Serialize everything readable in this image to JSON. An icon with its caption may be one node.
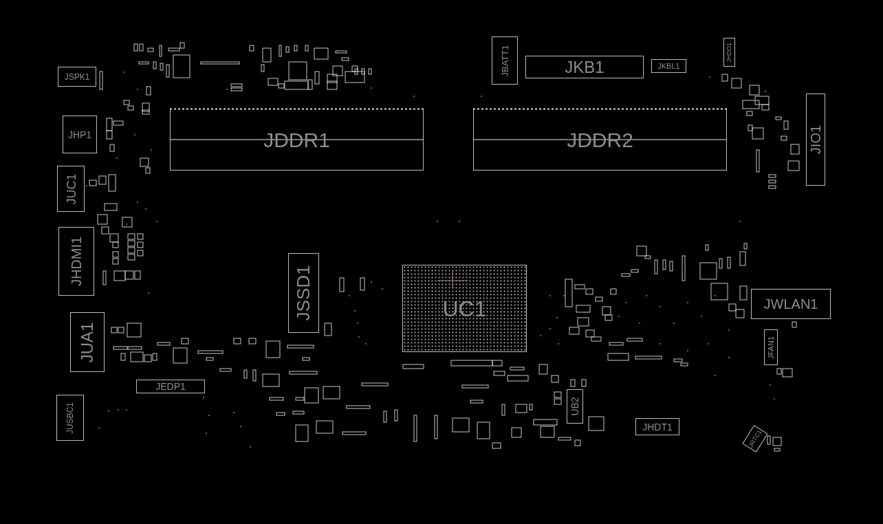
{
  "diagram": {
    "nodes": [
      {
        "text": [
          "JSPK1"
        ]
      },
      {
        "text": [
          "JHP1"
        ]
      },
      {
        "text": [
          "JUC1"
        ]
      },
      {
        "text": [
          "JHDMI1"
        ]
      },
      {
        "text": [
          "JUA1"
        ]
      },
      {
        "text": [
          "JUSBC1"
        ]
      },
      {
        "text": [
          "JEDP1"
        ]
      },
      {
        "text": [
          "JSSD1"
        ]
      },
      {
        "text": [
          "JDDR1"
        ]
      },
      {
        "text": [
          "JDDR2"
        ]
      },
      {
        "text": [
          "JBATT1"
        ]
      },
      {
        "text": [
          "JKB1"
        ]
      },
      {
        "text": [
          "JKBL1"
        ]
      },
      {
        "text": [
          "JHDD1"
        ]
      },
      {
        "text": [
          "JIO1"
        ]
      },
      {
        "text": [
          "UC1"
        ]
      },
      {
        "text": [
          "JWLAN1"
        ]
      },
      {
        "text": [
          "JFAN1"
        ]
      },
      {
        "text": [
          "UB2"
        ]
      },
      {
        "text": [
          "JHDT1"
        ]
      },
      {
        "text": [
          "JRTC1"
        ]
      }
    ],
    "edges": []
  }
}
